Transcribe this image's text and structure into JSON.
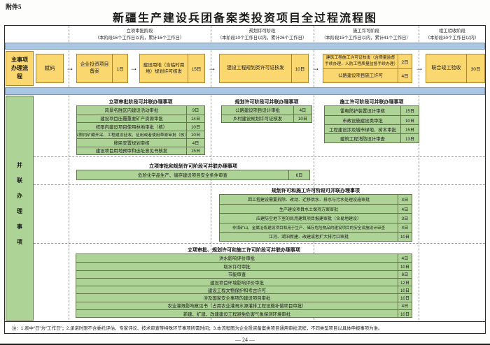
{
  "page": {
    "attachment_label": "附件5",
    "title": "新疆生产建设兵团备案类投资项目全过程流程图",
    "page_number": "— 24 —",
    "footnote": "注：1.表中“日”为“工作日”；2.承诺时限不含委托评估、专家评议、技术审查等特殊环节事项所需时间；3.本流程图为企业投资备案类项目通用审批流程，不同类型项目以具体申报事项为准。"
  },
  "row_labels": {
    "main": "主事项办理流程",
    "parallel": "并联办理事项"
  },
  "icons": {
    "flow_arrow": "→"
  },
  "colors": {
    "box_yellow": "#fbd770",
    "band_blue": "#a9c6e2",
    "table_green": "#aed396"
  },
  "stages": [
    {
      "name": "立项审批阶段",
      "limit": "（本阶段16个工作日以内，累计16个工作日）"
    },
    {
      "name": "规划许可阶段",
      "limit": "（本阶段10个工作日以内，累计26个工作日）"
    },
    {
      "name": "施工许可阶段",
      "limit": "（本阶段15个工作日以内，累计41个工作日）"
    },
    {
      "name": "竣工验收阶段",
      "limit": "（本阶段30个工作日以内）"
    }
  ],
  "main_flow": {
    "steps": [
      {
        "label": "赋码",
        "duration": ""
      },
      {
        "label": "企业投资项目备案",
        "duration": "1日"
      },
      {
        "label": "建设用地（含临时用地）规划许可核发",
        "duration": "15日"
      },
      {
        "label": "建设工程规划类许可证核发",
        "duration": "10日"
      },
      {
        "label": "联合竣工验收",
        "duration": "30日"
      }
    ],
    "split": {
      "top": {
        "label": "建筑工程施工许可证核发（含质量监督手续办理，人防工程质量监督手续办理）",
        "duration": "2日"
      },
      "bottom": {
        "label": "公路建设项目施工许可",
        "duration": "4日"
      }
    }
  },
  "sections": [
    {
      "title": "立项审批阶段可并联办理事项",
      "items": [
        {
          "label": "风景名胜区内建设活动审批",
          "duration": "9日"
        },
        {
          "label": "建设项目压覆重要矿产资源审批",
          "duration": "14日"
        },
        {
          "label": "权限内建设项目使用林地审批（核）",
          "duration": "10日"
        },
        {
          "label": "权限内矿藏开采、工程建设征收、征用或者使用草原审批（核）",
          "duration": "10日"
        },
        {
          "label": "移民安置规划审核",
          "duration": "4日"
        },
        {
          "label": "建设项目用地预审和选址意见书核发",
          "duration": "15日"
        }
      ]
    },
    {
      "title": "规划许可阶段可并联办理事项",
      "items": [
        {
          "label": "公路建设项目设计审批",
          "duration": "4日"
        },
        {
          "label": "乡村建设规划许可证核发",
          "duration": "10日"
        }
      ]
    },
    {
      "title": "施工许可阶段可并联办理事项",
      "items": [
        {
          "label": "雷电防护装置设计审核",
          "duration": "15日"
        },
        {
          "label": "市政设施建设类审批",
          "duration": "10日"
        },
        {
          "label": "工程建设涉及城市绿地、树木审批",
          "duration": "15日"
        },
        {
          "label": "建筑工程消防设计审查",
          "duration": "13日"
        }
      ]
    },
    {
      "title": "立项审批和规划许可阶段可并联办理事项",
      "items": [
        {
          "label": "危险化学品生产、储存建设项目安全条件审查",
          "duration": "6日"
        }
      ]
    },
    {
      "title": "规划许可和施工许可阶段可并联办理事项",
      "items": [
        {
          "label": "因工程建设需要拆除、改动、迁移供水、排水与污水处理设施审批",
          "duration": "4日"
        },
        {
          "label": "生产建设项目水土保持方案审批",
          "duration": "4日"
        },
        {
          "label": "应建防空地下室的民用建筑项目报建审批（含易地建设）",
          "duration": "3日"
        },
        {
          "label": "非煤矿山、金属冶炼建设项目和用于生产、储存危险物品的建设项目的安全设施设计审查",
          "duration": "4日"
        },
        {
          "label": "江河、湖泊新建、改建或者扩大排污口审批",
          "duration": "10日"
        }
      ]
    },
    {
      "title": "立项审批、规划许可和施工许可阶段可并联办理事项",
      "items": [
        {
          "label": "洪水影响评价审批",
          "duration": "4日"
        },
        {
          "label": "取水许可审批",
          "duration": "10日"
        },
        {
          "label": "节能审查",
          "duration": "6日"
        },
        {
          "label": "建设项目环境影响评价审批",
          "duration": "12日"
        },
        {
          "label": "建设工程文物保护和考古许可",
          "duration": "10日"
        },
        {
          "label": "涉及国家安全事项的建设项目审批",
          "duration": "10日"
        },
        {
          "label": "农业灌溉影响意见书（占用农业灌溉水源灌排工程设施补偿项目审批）",
          "duration": "4日"
        },
        {
          "label": "新建、扩建、改建建设工程避免危害气象探测环境审批",
          "duration": "10日"
        }
      ]
    }
  ]
}
